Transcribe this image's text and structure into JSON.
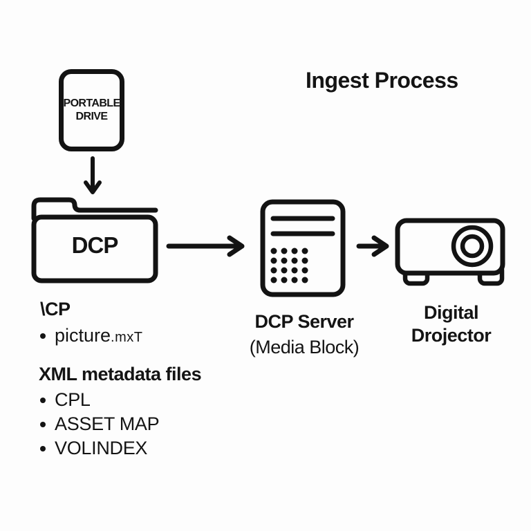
{
  "page": {
    "background_color": "#fdfdfd",
    "ink_color": "#141414"
  },
  "title": "Ingest Process",
  "nodes": {
    "portable_drive": {
      "icon": "portable-drive-icon",
      "label": "PORTABLE\nDRIVE"
    },
    "dcp_folder": {
      "icon": "folder-icon",
      "label": "DCP"
    },
    "dcp_server": {
      "icon": "server-icon",
      "label": "DCP Server",
      "sublabel": "(Media Block)"
    },
    "projector": {
      "icon": "projector-icon",
      "label_line1": "Digital",
      "label_line2": "Drojector"
    }
  },
  "arrows": {
    "drive_to_folder": "arrow-down",
    "folder_to_server": "arrow-right",
    "server_to_projector": "arrow-right"
  },
  "folder_contents": {
    "path": "\\CP",
    "file_name": "picture",
    "file_ext": ".mxT"
  },
  "xml_files": {
    "heading": "XML metadata files",
    "items": [
      "CPL",
      "ASSET MAP",
      "VOLINDEX"
    ]
  }
}
